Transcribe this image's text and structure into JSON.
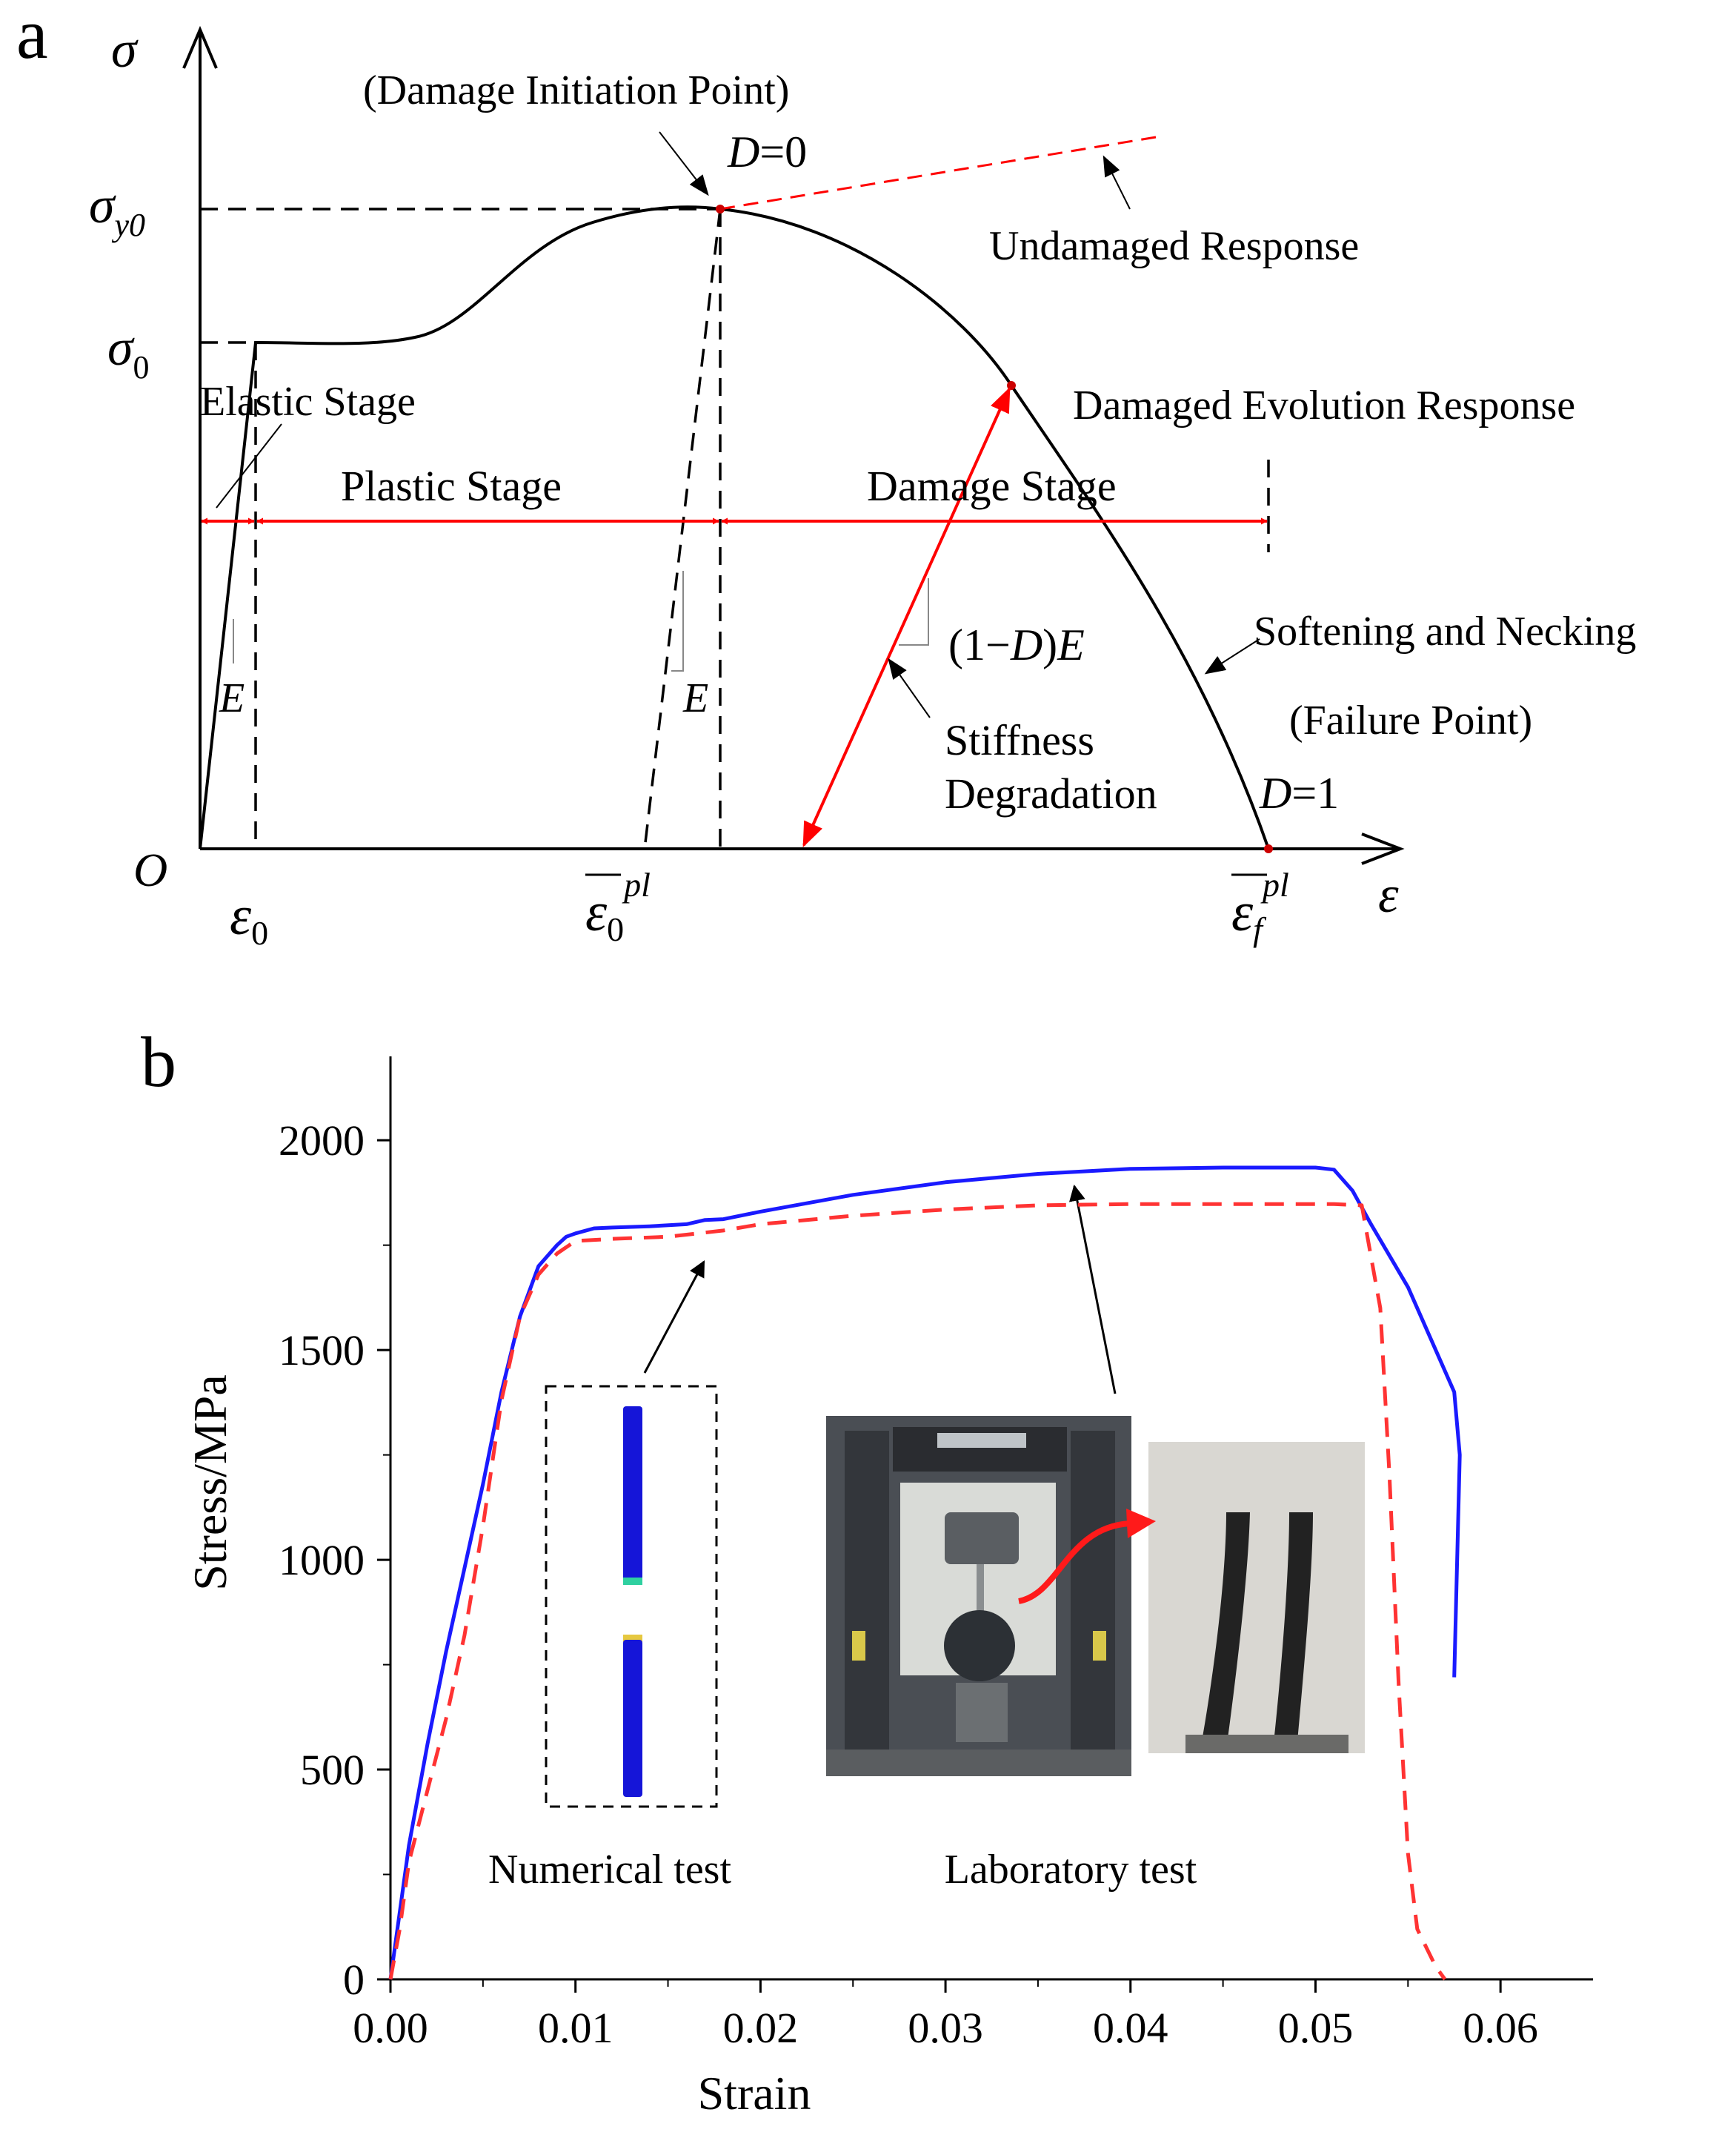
{
  "panel_a": {
    "label": "a",
    "y_axis_symbol": "σ",
    "x_axis_symbol": "ε",
    "origin_label": "O",
    "sigma_y0": {
      "base": "σ",
      "sub": "y0"
    },
    "sigma_0": {
      "base": "σ",
      "sub": "0"
    },
    "eps_0": {
      "base": "ε",
      "sub": "0"
    },
    "eps_bar_0_pl": {
      "base": "ε",
      "sub": "0",
      "sup": "pl"
    },
    "eps_bar_f_pl": {
      "base": "ε",
      "sub": "f",
      "sup": "pl"
    },
    "damage_initiation_label": "(Damage  Initiation Point)",
    "d0_label": {
      "var": "D",
      "rest": "=0"
    },
    "d1_label": {
      "var": "D",
      "rest": "=1"
    },
    "undamaged_label": "Undamaged  Response",
    "damaged_evolution_label": "Damaged Evolution Response",
    "elastic_stage_label": "Elastic Stage",
    "plastic_stage_label": "Plastic Stage",
    "damage_stage_label": "Damage Stage",
    "modulus_label": "E",
    "degraded_modulus": {
      "pre": "(1−",
      "var": "D",
      "mid": ")",
      "var2": "E"
    },
    "stiffness_line1": "Stiffness",
    "stiffness_line2": "Degradation",
    "softening_label": "Softening and Necking",
    "failure_label": "(Failure Point)",
    "colors": {
      "curve": "#000000",
      "arrows": "#ff0000",
      "undamaged": "#ff0000"
    }
  },
  "panel_b": {
    "label": "b",
    "inset_numerical_label": "Numerical test",
    "inset_laboratory_label": "Laboratory test",
    "colors": {
      "numerical": "#1a1aff",
      "laboratory": "#ff3333"
    },
    "chart_data": {
      "type": "line",
      "xlabel": "Strain",
      "ylabel": "Stress/MPa",
      "xlim": [
        0,
        0.065
      ],
      "ylim": [
        0,
        2200
      ],
      "x_ticks": [
        "0.00",
        "0.01",
        "0.02",
        "0.03",
        "0.04",
        "0.05",
        "0.06"
      ],
      "x_tick_values": [
        0,
        0.01,
        0.02,
        0.03,
        0.04,
        0.05,
        0.06
      ],
      "y_ticks": [
        "0",
        "500",
        "1000",
        "1500",
        "2000"
      ],
      "y_tick_values": [
        0,
        500,
        1000,
        1500,
        2000
      ],
      "series": [
        {
          "style": "solid",
          "x": [
            0,
            0.001,
            0.002,
            0.003,
            0.004,
            0.005,
            0.006,
            0.007,
            0.008,
            0.009,
            0.0095,
            0.01,
            0.011,
            0.012,
            0.014,
            0.016,
            0.017,
            0.018,
            0.02,
            0.025,
            0.03,
            0.035,
            0.04,
            0.045,
            0.048,
            0.05,
            0.051,
            0.052,
            0.053,
            0.055,
            0.0575,
            0.0578,
            0.0575
          ],
          "y": [
            0,
            320,
            560,
            780,
            980,
            1180,
            1400,
            1580,
            1700,
            1750,
            1770,
            1778,
            1790,
            1792,
            1795,
            1800,
            1810,
            1812,
            1830,
            1870,
            1900,
            1920,
            1932,
            1935,
            1935,
            1935,
            1930,
            1880,
            1800,
            1650,
            1400,
            1250,
            720
          ]
        },
        {
          "style": "dashed",
          "x": [
            0,
            0.0005,
            0.001,
            0.002,
            0.003,
            0.004,
            0.005,
            0.006,
            0.007,
            0.008,
            0.009,
            0.01,
            0.012,
            0.015,
            0.018,
            0.02,
            0.025,
            0.03,
            0.035,
            0.04,
            0.045,
            0.048,
            0.05,
            0.051,
            0.0525,
            0.0535,
            0.054,
            0.0545,
            0.055,
            0.0555,
            0.0565,
            0.057
          ],
          "y": [
            0,
            120,
            280,
            450,
            620,
            820,
            1080,
            1380,
            1580,
            1680,
            1730,
            1760,
            1765,
            1770,
            1785,
            1800,
            1820,
            1835,
            1845,
            1848,
            1848,
            1848,
            1848,
            1848,
            1845,
            1600,
            1200,
            700,
            300,
            120,
            30,
            0
          ]
        }
      ]
    }
  }
}
